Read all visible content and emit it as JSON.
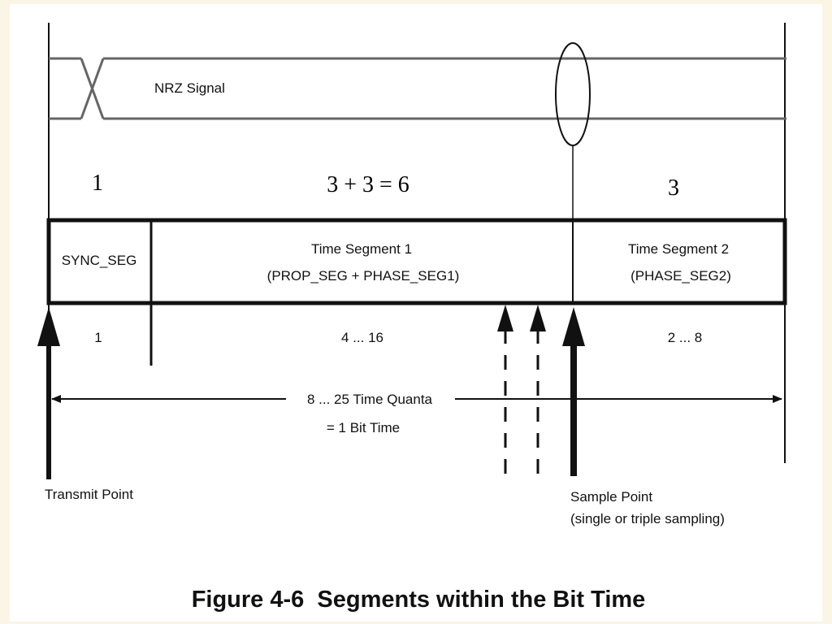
{
  "signal_label": "NRZ Signal",
  "top_numbers": {
    "sync": "1",
    "seg1": "3 + 3 = 6",
    "seg2": "3"
  },
  "segments": {
    "sync": {
      "label": "SYNC_SEG"
    },
    "seg1": {
      "line1": "Time Segment 1",
      "line2": "(PROP_SEG + PHASE_SEG1)"
    },
    "seg2": {
      "line1": "Time Segment 2",
      "line2": "(PHASE_SEG2)"
    }
  },
  "ranges": {
    "sync": "1",
    "seg1": "4 ... 16",
    "seg2": "2 ... 8"
  },
  "bit_time": {
    "line1": "8 ... 25 Time Quanta",
    "line2": "= 1 Bit Time"
  },
  "transmit_point": "Transmit Point",
  "sample_point": {
    "line1": "Sample Point",
    "line2": "(single or triple sampling)"
  },
  "caption": "Figure 4-6  Segments within the Bit Time"
}
